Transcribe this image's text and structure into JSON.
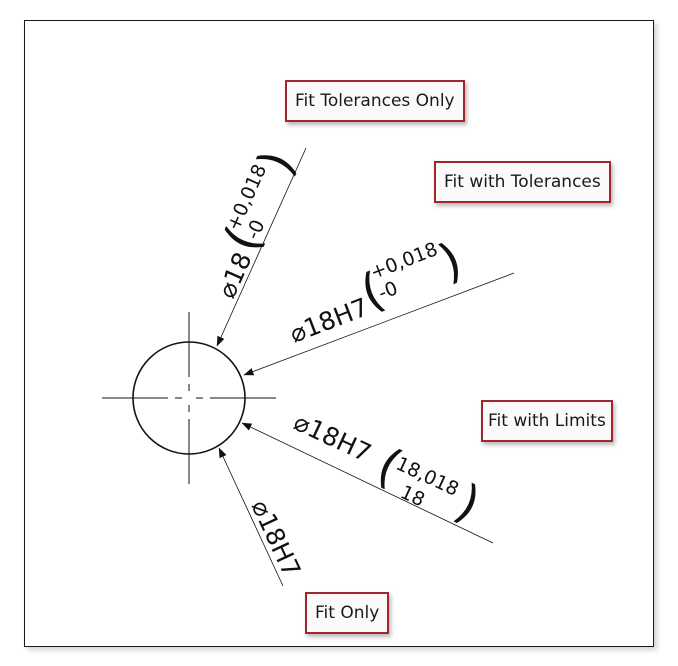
{
  "callouts": {
    "tolerances_only": "Fit Tolerances Only",
    "with_tolerances": "Fit with Tolerances",
    "with_limits": "Fit with Limits",
    "fit_only": "Fit Only"
  },
  "dimensions": {
    "tol_only": {
      "main": "⌀18",
      "upper": "+0,018",
      "lower": "-0"
    },
    "with_tol": {
      "main": "⌀18H7",
      "upper": "+0,018",
      "lower": "-0"
    },
    "limits": {
      "main": "⌀18H7",
      "upper": "18,018",
      "lower": "18"
    },
    "fit": {
      "main": "⌀18H7"
    }
  }
}
